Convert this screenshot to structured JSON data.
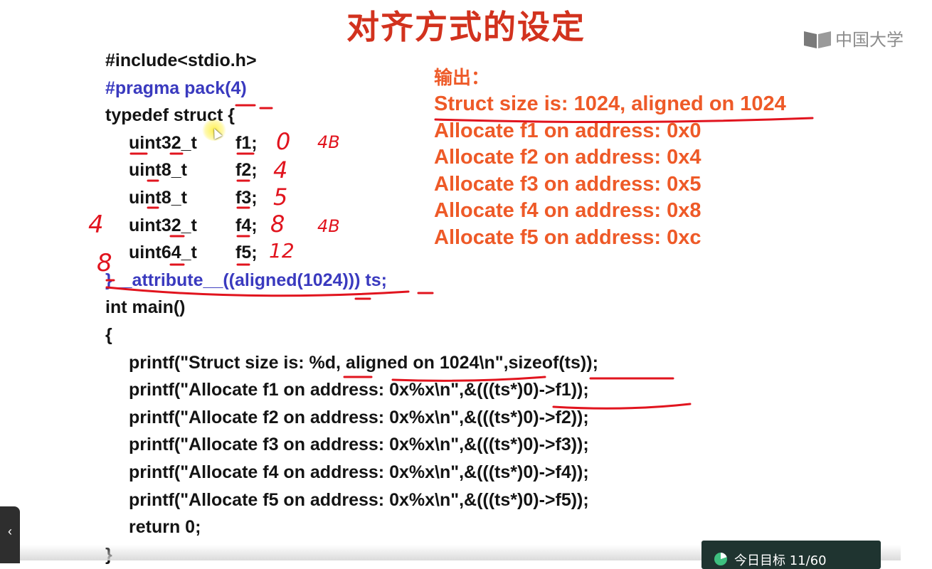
{
  "slide": {
    "title": "对齐方式的设定",
    "watermark": "中国大学"
  },
  "code": [
    {
      "text": "#include<stdio.h>",
      "style": "normal"
    },
    {
      "text": "#pragma pack(4)",
      "style": "blue"
    },
    {
      "text": "typedef struct {",
      "style": "normal"
    },
    {
      "type": "uint32_t",
      "field": "f1;",
      "style": "field"
    },
    {
      "type": "uint8_t",
      "field": "f2;",
      "style": "field"
    },
    {
      "type": "uint8_t",
      "field": "f3;",
      "style": "field"
    },
    {
      "type": "uint32_t",
      "field": "f4;",
      "style": "field"
    },
    {
      "type": "uint64_t",
      "field": "f5;",
      "style": "field"
    },
    {
      "text": "}__attribute__((aligned(1024))) ts;",
      "style": "blue-mixed"
    },
    {
      "text": "int main()",
      "style": "normal"
    },
    {
      "text": "{",
      "style": "normal"
    },
    {
      "text": "printf(\"Struct size is: %d, aligned on 1024\\n\",sizeof(ts));",
      "style": "indent"
    },
    {
      "text": "printf(\"Allocate f1 on address: 0x%x\\n\",&(((ts*)0)->f1));",
      "style": "indent"
    },
    {
      "text": "printf(\"Allocate f2 on address: 0x%x\\n\",&(((ts*)0)->f2));",
      "style": "indent"
    },
    {
      "text": "printf(\"Allocate f3 on address: 0x%x\\n\",&(((ts*)0)->f3));",
      "style": "indent"
    },
    {
      "text": "printf(\"Allocate f4 on address: 0x%x\\n\",&(((ts*)0)->f4));",
      "style": "indent"
    },
    {
      "text": "printf(\"Allocate f5 on address: 0x%x\\n\",&(((ts*)0)->f5));",
      "style": "indent"
    },
    {
      "text": "return 0;",
      "style": "indent"
    },
    {
      "text": "}",
      "style": "normal"
    }
  ],
  "output": {
    "heading": "输出：",
    "lines": [
      "Struct size is: 1024, aligned on 1024",
      "Allocate f1 on address: 0x0",
      "Allocate f2 on address: 0x4",
      "Allocate f3 on address: 0x5",
      "Allocate f4 on address: 0x8",
      "Allocate f5 on address: 0xc"
    ]
  },
  "annotations": {
    "f1_offset": "0",
    "f1_size": "4B",
    "f2_offset": "4",
    "f3_offset": "5",
    "f4_offset": "8",
    "f4_size": "4B",
    "f5_offset": "12",
    "f4_align": "4",
    "f5_align": "8"
  },
  "player": {
    "side_tab_icon": "chevron-left-icon",
    "goal_text": "今日目标 11/60",
    "goal_icon": "progress-ring-icon",
    "goal_progress": 0.18
  },
  "colors": {
    "title": "#d2321e",
    "code": "#141414",
    "pragma": "#3a3abf",
    "output": "#ee5a28",
    "ink": "#e1141e"
  }
}
